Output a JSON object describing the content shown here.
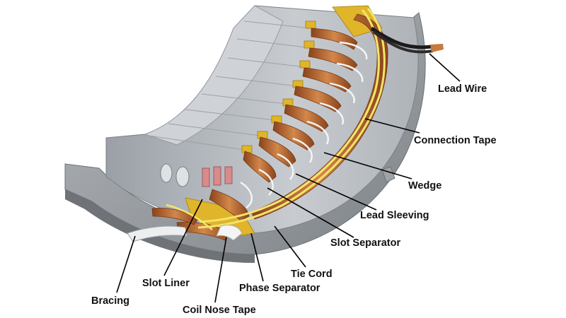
{
  "diagram": {
    "labels": {
      "lead_wire": "Lead Wire",
      "connection_tape": "Connection Tape",
      "wedge": "Wedge",
      "lead_sleeving": "Lead Sleeving",
      "slot_separator": "Slot Separator",
      "tie_cord": "Tie Cord",
      "phase_separator": "Phase Separator",
      "coil_nose_tape": "Coil Nose Tape",
      "slot_liner": "Slot Liner",
      "bracing": "Bracing"
    },
    "colors": {
      "background": "#ffffff",
      "frame": "#8e9296",
      "core": "#b9bec4",
      "copper": "#b8652f",
      "insulation": "#e0b52a",
      "lead_sleeving": "#f2e56a",
      "tie_cord": "#f3f3f3",
      "label": "#111111"
    }
  }
}
